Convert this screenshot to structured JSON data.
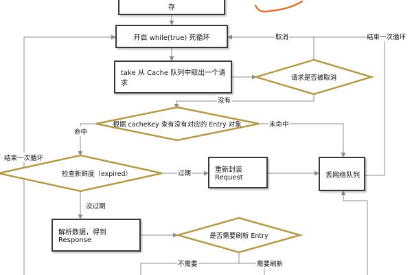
{
  "colors": {
    "box_border": "#3a3a3a",
    "diamond_border": "#b39a4a",
    "connector": "#8c8c8c",
    "speech_bubble": "#d9783a"
  },
  "nodes": {
    "save": "存",
    "start_loop": "开启 while(true) 死循环",
    "take_request": "take 从 Cache 队列中取出一个请求",
    "is_canceled": "请求是否被取消",
    "lookup_entry": "根据 cacheKey 查有没有对应的 Entry 对象",
    "check_freshness": "检查新鲜度（expired）",
    "rebuild_request": "重新封装Request",
    "throw_network_queue": "丢网络队列",
    "parse_data": "解析数据，得到 Response",
    "needs_refresh": "是否需要刷新 Entry"
  },
  "edge_labels": {
    "cancel": "取消",
    "end_loop_right": "结束一次循环",
    "end_loop_left": "结束一次循环",
    "not_canceled": "没有",
    "hit": "命中",
    "miss": "未命中",
    "expired": "过期",
    "not_expired": "没过期",
    "no_need": "不需要",
    "need_refresh": "需要刷新"
  }
}
